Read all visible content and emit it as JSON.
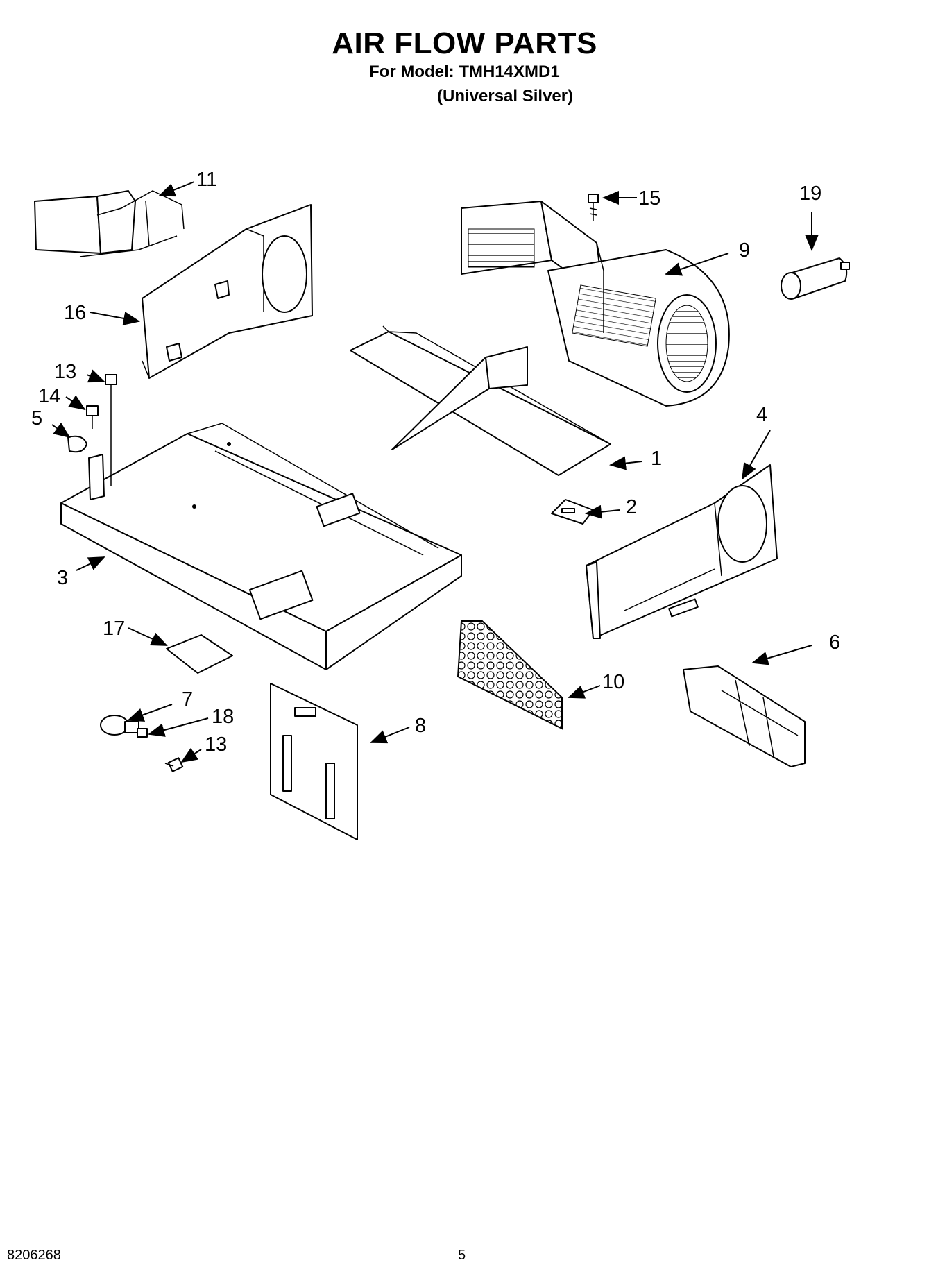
{
  "header": {
    "title": "AIR FLOW PARTS",
    "model_line": "For Model: TMH14XMD1",
    "variant_line": "(Universal Silver)"
  },
  "callouts": {
    "c1": "1",
    "c2": "2",
    "c3": "3",
    "c4": "4",
    "c5": "5",
    "c6": "6",
    "c7": "7",
    "c8": "8",
    "c9": "9",
    "c10": "10",
    "c11": "11",
    "c13a": "13",
    "c13b": "13",
    "c14": "14",
    "c15": "15",
    "c16": "16",
    "c17": "17",
    "c18": "18",
    "c19": "19"
  },
  "footer": {
    "doc_number": "8206268",
    "page_number": "5"
  }
}
